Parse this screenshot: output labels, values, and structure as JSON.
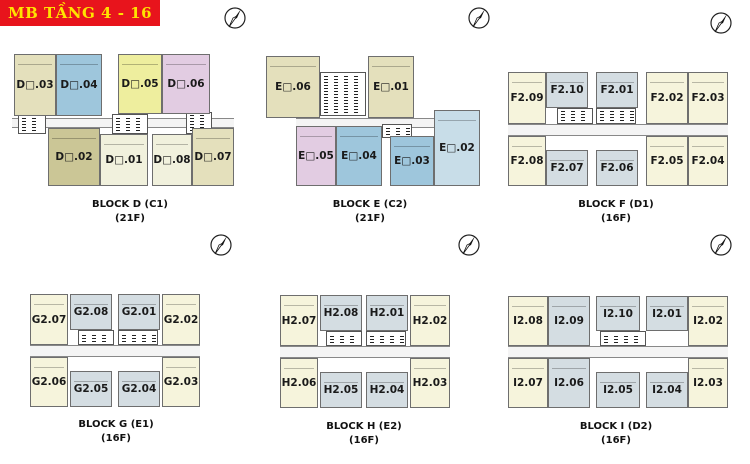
{
  "banner": {
    "text": "MB TẦNG 4 - 16",
    "bg": "#e8141c",
    "fg": "#ffe300"
  },
  "colors": {
    "beige": "#e4e0bc",
    "blue": "#9ec6dc",
    "yellow": "#eeee9e",
    "pink": "#e2cce2",
    "lightblue": "#c8dde8",
    "olive": "#cbc696",
    "offwhite": "#f1f1dd",
    "cream": "#f6f4dc",
    "greyblue": "#d4dde2"
  },
  "blocks": [
    {
      "id": "d",
      "caption_name": "BLOCK D (C1)",
      "caption_floors": "(21F)",
      "units": [
        {
          "label": "D□.03",
          "c": "beige"
        },
        {
          "label": "D□.04",
          "c": "blue"
        },
        {
          "label": "D□.05",
          "c": "yellow"
        },
        {
          "label": "D□.06",
          "c": "pink"
        },
        {
          "label": "D□.02",
          "c": "olive"
        },
        {
          "label": "D□.01",
          "c": "offwhite"
        },
        {
          "label": "D□.08",
          "c": "offwhite"
        },
        {
          "label": "D□.07",
          "c": "beige"
        }
      ]
    },
    {
      "id": "e",
      "caption_name": "BLOCK E (C2)",
      "caption_floors": "(21F)",
      "units": [
        {
          "label": "E□.06",
          "c": "beige"
        },
        {
          "label": "E□.01",
          "c": "beige"
        },
        {
          "label": "E□.02",
          "c": "lightblue"
        },
        {
          "label": "E□.05",
          "c": "pink"
        },
        {
          "label": "E□.04",
          "c": "blue"
        },
        {
          "label": "E□.03",
          "c": "blue"
        }
      ]
    },
    {
      "id": "f",
      "caption_name": "BLOCK F (D1)",
      "caption_floors": "(16F)",
      "units": [
        {
          "label": "F2.09",
          "c": "cream"
        },
        {
          "label": "F2.10",
          "c": "greyblue"
        },
        {
          "label": "F2.01",
          "c": "greyblue"
        },
        {
          "label": "F2.02",
          "c": "cream"
        },
        {
          "label": "F2.03",
          "c": "cream"
        },
        {
          "label": "F2.08",
          "c": "cream"
        },
        {
          "label": "F2.07",
          "c": "greyblue"
        },
        {
          "label": "F2.06",
          "c": "greyblue"
        },
        {
          "label": "F2.05",
          "c": "cream"
        },
        {
          "label": "F2.04",
          "c": "cream"
        }
      ]
    },
    {
      "id": "g",
      "caption_name": "BLOCK G (E1)",
      "caption_floors": "(16F)",
      "units": [
        {
          "label": "G2.07",
          "c": "cream"
        },
        {
          "label": "G2.08",
          "c": "greyblue"
        },
        {
          "label": "G2.01",
          "c": "greyblue"
        },
        {
          "label": "G2.02",
          "c": "cream"
        },
        {
          "label": "G2.06",
          "c": "cream"
        },
        {
          "label": "G2.05",
          "c": "greyblue"
        },
        {
          "label": "G2.04",
          "c": "greyblue"
        },
        {
          "label": "G2.03",
          "c": "cream"
        }
      ]
    },
    {
      "id": "h",
      "caption_name": "BLOCK H (E2)",
      "caption_floors": "(16F)",
      "units": [
        {
          "label": "H2.07",
          "c": "cream"
        },
        {
          "label": "H2.08",
          "c": "greyblue"
        },
        {
          "label": "H2.01",
          "c": "greyblue"
        },
        {
          "label": "H2.02",
          "c": "cream"
        },
        {
          "label": "H2.06",
          "c": "cream"
        },
        {
          "label": "H2.05",
          "c": "greyblue"
        },
        {
          "label": "H2.04",
          "c": "greyblue"
        },
        {
          "label": "H2.03",
          "c": "cream"
        }
      ]
    },
    {
      "id": "i",
      "caption_name": "BLOCK I (D2)",
      "caption_floors": "(16F)",
      "units": [
        {
          "label": "I2.08",
          "c": "cream"
        },
        {
          "label": "I2.09",
          "c": "greyblue"
        },
        {
          "label": "I2.10",
          "c": "greyblue"
        },
        {
          "label": "I2.01",
          "c": "greyblue"
        },
        {
          "label": "I2.02",
          "c": "cream"
        },
        {
          "label": "I2.07",
          "c": "cream"
        },
        {
          "label": "I2.06",
          "c": "greyblue"
        },
        {
          "label": "I2.05",
          "c": "greyblue"
        },
        {
          "label": "I2.04",
          "c": "greyblue"
        },
        {
          "label": "I2.03",
          "c": "cream"
        }
      ]
    }
  ]
}
